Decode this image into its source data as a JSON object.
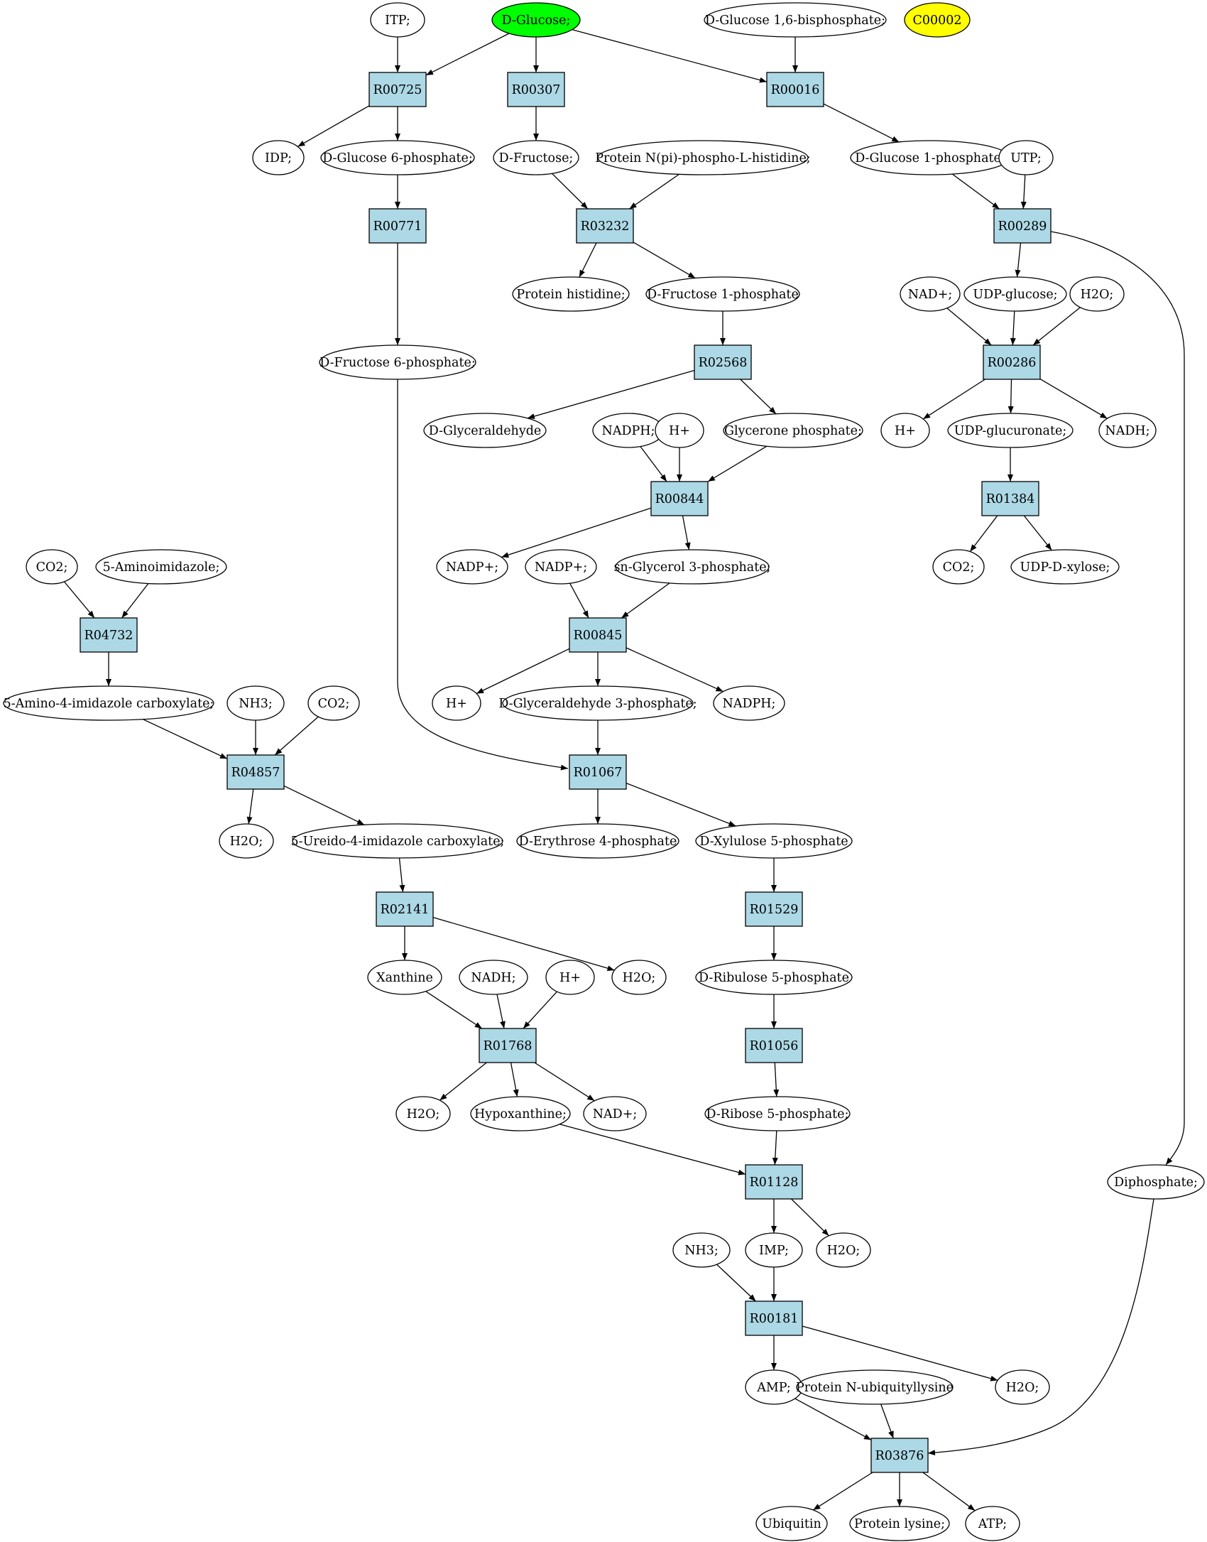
{
  "colors": {
    "reaction": "#add8e6",
    "compound": "#ffffff",
    "source": "#00ff00",
    "target": "#ffff00"
  },
  "nodes": [
    {
      "id": "itp",
      "label": "ITP;",
      "kind": "compound"
    },
    {
      "id": "glc",
      "label": "D-Glucose;",
      "kind": "compound",
      "highlight": "source"
    },
    {
      "id": "g16bp",
      "label": "D-Glucose 1,6-bisphosphate;",
      "kind": "compound"
    },
    {
      "id": "c00002",
      "label": "C00002",
      "kind": "compound",
      "highlight": "target"
    },
    {
      "id": "R00725",
      "label": "R00725",
      "kind": "reaction"
    },
    {
      "id": "R00307",
      "label": "R00307",
      "kind": "reaction"
    },
    {
      "id": "R00016",
      "label": "R00016",
      "kind": "reaction"
    },
    {
      "id": "idp",
      "label": "IDP;",
      "kind": "compound"
    },
    {
      "id": "g6p",
      "label": "D-Glucose 6-phosphate;",
      "kind": "compound"
    },
    {
      "id": "fru",
      "label": "D-Fructose;",
      "kind": "compound"
    },
    {
      "id": "prothisp",
      "label": "Protein N(pi)-phospho-L-histidine;",
      "kind": "compound"
    },
    {
      "id": "g1p",
      "label": "D-Glucose 1-phosphate;",
      "kind": "compound"
    },
    {
      "id": "utp",
      "label": "UTP;",
      "kind": "compound"
    },
    {
      "id": "R00771",
      "label": "R00771",
      "kind": "reaction"
    },
    {
      "id": "R03232",
      "label": "R03232",
      "kind": "reaction"
    },
    {
      "id": "R00289",
      "label": "R00289",
      "kind": "reaction"
    },
    {
      "id": "prothis",
      "label": "Protein histidine;",
      "kind": "compound"
    },
    {
      "id": "f1p",
      "label": "D-Fructose 1-phosphate",
      "kind": "compound"
    },
    {
      "id": "nadp1",
      "label": "NAD+;",
      "kind": "compound"
    },
    {
      "id": "udpglc",
      "label": "UDP-glucose;",
      "kind": "compound"
    },
    {
      "id": "h2o1",
      "label": "H2O;",
      "kind": "compound"
    },
    {
      "id": "f6p",
      "label": "D-Fructose 6-phosphate;",
      "kind": "compound"
    },
    {
      "id": "R02568",
      "label": "R02568",
      "kind": "reaction"
    },
    {
      "id": "R00286",
      "label": "R00286",
      "kind": "reaction"
    },
    {
      "id": "glyald",
      "label": "D-Glyceraldehyde",
      "kind": "compound"
    },
    {
      "id": "nadph1",
      "label": "NADPH;",
      "kind": "compound"
    },
    {
      "id": "hplus1",
      "label": "H+",
      "kind": "compound"
    },
    {
      "id": "dhap",
      "label": "Glycerone phosphate;",
      "kind": "compound"
    },
    {
      "id": "hplus2",
      "label": "H+",
      "kind": "compound"
    },
    {
      "id": "udpgluc",
      "label": "UDP-glucuronate;",
      "kind": "compound"
    },
    {
      "id": "nadh1",
      "label": "NADH;",
      "kind": "compound"
    },
    {
      "id": "R00844",
      "label": "R00844",
      "kind": "reaction"
    },
    {
      "id": "R01384",
      "label": "R01384",
      "kind": "reaction"
    },
    {
      "id": "co2a",
      "label": "CO2;",
      "kind": "compound"
    },
    {
      "id": "aminoimid",
      "label": "5-Aminoimidazole;",
      "kind": "compound"
    },
    {
      "id": "nadpplus1",
      "label": "NADP+;",
      "kind": "compound"
    },
    {
      "id": "nadpplus2",
      "label": "NADP+;",
      "kind": "compound"
    },
    {
      "id": "g3p",
      "label": "sn-Glycerol 3-phosphate;",
      "kind": "compound"
    },
    {
      "id": "co2b",
      "label": "CO2;",
      "kind": "compound"
    },
    {
      "id": "udpxyl",
      "label": "UDP-D-xylose;",
      "kind": "compound"
    },
    {
      "id": "R04732",
      "label": "R04732",
      "kind": "reaction"
    },
    {
      "id": "R00845",
      "label": "R00845",
      "kind": "reaction"
    },
    {
      "id": "aica",
      "label": "5-Amino-4-imidazole carboxylate;",
      "kind": "compound"
    },
    {
      "id": "nh3a",
      "label": "NH3;",
      "kind": "compound"
    },
    {
      "id": "co2c",
      "label": "CO2;",
      "kind": "compound"
    },
    {
      "id": "hplus3",
      "label": "H+",
      "kind": "compound"
    },
    {
      "id": "gap",
      "label": "D-Glyceraldehyde 3-phosphate;",
      "kind": "compound"
    },
    {
      "id": "nadph2",
      "label": "NADPH;",
      "kind": "compound"
    },
    {
      "id": "R04857",
      "label": "R04857",
      "kind": "reaction"
    },
    {
      "id": "R01067",
      "label": "R01067",
      "kind": "reaction"
    },
    {
      "id": "h2o2",
      "label": "H2O;",
      "kind": "compound"
    },
    {
      "id": "ureido",
      "label": "5-Ureido-4-imidazole carboxylate;",
      "kind": "compound"
    },
    {
      "id": "e4p",
      "label": "D-Erythrose 4-phosphate",
      "kind": "compound"
    },
    {
      "id": "xu5p",
      "label": "D-Xylulose 5-phosphate",
      "kind": "compound"
    },
    {
      "id": "R02141",
      "label": "R02141",
      "kind": "reaction"
    },
    {
      "id": "R01529",
      "label": "R01529",
      "kind": "reaction"
    },
    {
      "id": "xanth",
      "label": "Xanthine",
      "kind": "compound"
    },
    {
      "id": "nadh2",
      "label": "NADH;",
      "kind": "compound"
    },
    {
      "id": "hplus4",
      "label": "H+",
      "kind": "compound"
    },
    {
      "id": "h2o3",
      "label": "H2O;",
      "kind": "compound"
    },
    {
      "id": "ru5p",
      "label": "D-Ribulose 5-phosphate",
      "kind": "compound"
    },
    {
      "id": "R01768",
      "label": "R01768",
      "kind": "reaction"
    },
    {
      "id": "R01056",
      "label": "R01056",
      "kind": "reaction"
    },
    {
      "id": "h2o4",
      "label": "H2O;",
      "kind": "compound"
    },
    {
      "id": "hypox",
      "label": "Hypoxanthine;",
      "kind": "compound"
    },
    {
      "id": "nadplus2",
      "label": "NAD+;",
      "kind": "compound"
    },
    {
      "id": "r5p",
      "label": "D-Ribose 5-phosphate;",
      "kind": "compound"
    },
    {
      "id": "R01128",
      "label": "R01128",
      "kind": "reaction"
    },
    {
      "id": "diphos",
      "label": "Diphosphate;",
      "kind": "compound"
    },
    {
      "id": "nh3b",
      "label": "NH3;",
      "kind": "compound"
    },
    {
      "id": "imp",
      "label": "IMP;",
      "kind": "compound"
    },
    {
      "id": "h2o5",
      "label": "H2O;",
      "kind": "compound"
    },
    {
      "id": "R00181",
      "label": "R00181",
      "kind": "reaction"
    },
    {
      "id": "amp",
      "label": "AMP;",
      "kind": "compound"
    },
    {
      "id": "protubq",
      "label": "Protein N-ubiquityllysine",
      "kind": "compound"
    },
    {
      "id": "h2o6",
      "label": "H2O;",
      "kind": "compound"
    },
    {
      "id": "R03876",
      "label": "R03876",
      "kind": "reaction"
    },
    {
      "id": "ubq",
      "label": "Ubiquitin",
      "kind": "compound"
    },
    {
      "id": "protlys",
      "label": "Protein lysine;",
      "kind": "compound"
    },
    {
      "id": "atp",
      "label": "ATP;",
      "kind": "compound"
    }
  ],
  "edges": [
    [
      "itp",
      "R00725"
    ],
    [
      "glc",
      "R00725"
    ],
    [
      "glc",
      "R00307"
    ],
    [
      "glc",
      "R00016"
    ],
    [
      "g16bp",
      "R00016"
    ],
    [
      "R00725",
      "idp"
    ],
    [
      "R00725",
      "g6p"
    ],
    [
      "R00307",
      "fru"
    ],
    [
      "R00016",
      "g1p"
    ],
    [
      "g6p",
      "R00771"
    ],
    [
      "fru",
      "R03232"
    ],
    [
      "prothisp",
      "R03232"
    ],
    [
      "g1p",
      "R00289"
    ],
    [
      "utp",
      "R00289"
    ],
    [
      "R00771",
      "f6p"
    ],
    [
      "R03232",
      "prothis"
    ],
    [
      "R03232",
      "f1p"
    ],
    [
      "R00289",
      "udpglc"
    ],
    [
      "R00289",
      "diphos"
    ],
    [
      "f1p",
      "R02568"
    ],
    [
      "nadp1",
      "R00286"
    ],
    [
      "udpglc",
      "R00286"
    ],
    [
      "h2o1",
      "R00286"
    ],
    [
      "R02568",
      "glyald"
    ],
    [
      "R02568",
      "dhap"
    ],
    [
      "R00286",
      "hplus2"
    ],
    [
      "R00286",
      "udpgluc"
    ],
    [
      "R00286",
      "nadh1"
    ],
    [
      "nadph1",
      "R00844"
    ],
    [
      "hplus1",
      "R00844"
    ],
    [
      "dhap",
      "R00844"
    ],
    [
      "udpgluc",
      "R01384"
    ],
    [
      "R00844",
      "nadpplus1"
    ],
    [
      "R00844",
      "g3p"
    ],
    [
      "R01384",
      "co2b"
    ],
    [
      "R01384",
      "udpxyl"
    ],
    [
      "co2a",
      "R04732"
    ],
    [
      "aminoimid",
      "R04732"
    ],
    [
      "nadpplus2",
      "R00845"
    ],
    [
      "g3p",
      "R00845"
    ],
    [
      "R04732",
      "aica"
    ],
    [
      "R00845",
      "hplus3"
    ],
    [
      "R00845",
      "gap"
    ],
    [
      "R00845",
      "nadph2"
    ],
    [
      "aica",
      "R04857"
    ],
    [
      "nh3a",
      "R04857"
    ],
    [
      "co2c",
      "R04857"
    ],
    [
      "f6p",
      "R01067"
    ],
    [
      "gap",
      "R01067"
    ],
    [
      "R04857",
      "h2o2"
    ],
    [
      "R04857",
      "ureido"
    ],
    [
      "R01067",
      "e4p"
    ],
    [
      "R01067",
      "xu5p"
    ],
    [
      "ureido",
      "R02141"
    ],
    [
      "xu5p",
      "R01529"
    ],
    [
      "R02141",
      "xanth"
    ],
    [
      "R02141",
      "h2o3"
    ],
    [
      "R01529",
      "ru5p"
    ],
    [
      "xanth",
      "R01768"
    ],
    [
      "nadh2",
      "R01768"
    ],
    [
      "hplus4",
      "R01768"
    ],
    [
      "ru5p",
      "R01056"
    ],
    [
      "R01768",
      "h2o4"
    ],
    [
      "R01768",
      "hypox"
    ],
    [
      "R01768",
      "nadplus2"
    ],
    [
      "R01056",
      "r5p"
    ],
    [
      "hypox",
      "R01128"
    ],
    [
      "r5p",
      "R01128"
    ],
    [
      "R01128",
      "imp"
    ],
    [
      "R01128",
      "h2o5"
    ],
    [
      "nh3b",
      "R00181"
    ],
    [
      "imp",
      "R00181"
    ],
    [
      "R00181",
      "amp"
    ],
    [
      "R00181",
      "h2o6"
    ],
    [
      "amp",
      "R03876"
    ],
    [
      "protubq",
      "R03876"
    ],
    [
      "diphos",
      "R03876"
    ],
    [
      "R03876",
      "ubq"
    ],
    [
      "R03876",
      "protlys"
    ],
    [
      "R03876",
      "atp"
    ]
  ]
}
